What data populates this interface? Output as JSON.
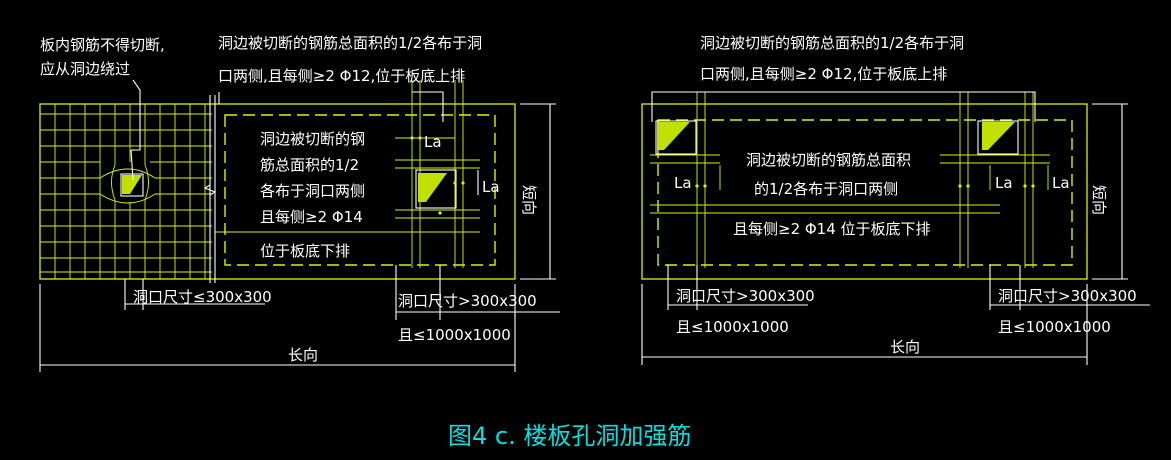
{
  "caption": "图4 c.  楼板孔洞加强筋",
  "left": {
    "note_top_left": [
      "板内钢筋不得切断,",
      "应从洞边绕过"
    ],
    "note_top": [
      "洞边被切断的钢筋总面积的1/2各布于洞",
      "口两侧,且每侧≥2 Φ12,位于板底上排"
    ],
    "note_mid": [
      "洞边被切断的钢",
      "筋总面积的1/2",
      "各布于洞口两侧",
      "且每侧≥2 Φ14",
      "位于板底下排"
    ],
    "la_top": "La",
    "la_side": "La",
    "short_label": "短向",
    "dim_small": "洞口尺寸≤300x300",
    "dim_large": [
      "洞口尺寸>300x300",
      "且≤1000x1000"
    ],
    "long_label": "长向"
  },
  "right": {
    "note_top": [
      "洞边被切断的钢筋总面积的1/2各布于洞",
      "口两侧,且每侧≥2 Φ12,位于板底上排"
    ],
    "note_mid": [
      "洞边被切断的钢筋总面积",
      "的1/2各布于洞口两侧"
    ],
    "note_mid2": "且每侧≥2 Φ14 位于板底下排",
    "la_left": "La",
    "la_r1": "La",
    "la_r2": "La",
    "short_label": "短向",
    "dim_left": [
      "洞口尺寸>300x300",
      "且≤1000x1000"
    ],
    "dim_right": [
      "洞口尺寸>300x300",
      "且≤1000x1000"
    ],
    "long_label": "长向"
  }
}
